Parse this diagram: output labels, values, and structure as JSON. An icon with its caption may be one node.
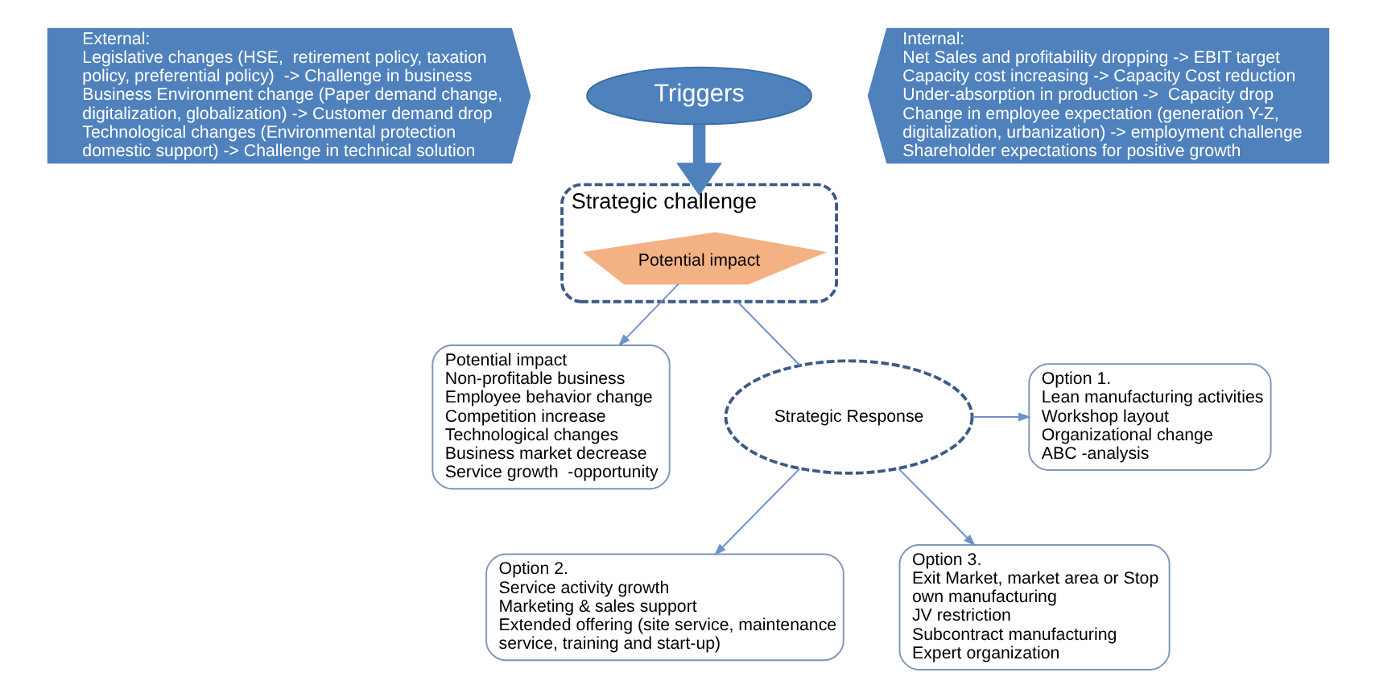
{
  "diagram": {
    "nodes": [
      {
        "text": [
          "External:",
          "Legislative changes (HSE,  retirement policy, taxation policy, preferential policy)  -> Challenge in business",
          "Business Environment change (Paper demand change, digitalization, globalization) -> Customer demand drop",
          "Technological changes (Environmental protection domestic support) -> Challenge in technical solution"
        ]
      },
      {
        "text": [
          "Triggers"
        ]
      },
      {
        "text": [
          "Internal:",
          "Net Sales and profitability dropping -> EBIT target",
          "Capacity cost increasing -> Capacity Cost reduction",
          "Under-absorption in production ->  Capacity drop",
          "Change in employee expectation (generation Y-Z, digitalization, urbanization) -> employment challenge",
          "Shareholder expectations for positive growth"
        ]
      },
      {
        "text": [
          "Strategic challenge"
        ]
      },
      {
        "text": [
          "Potential impact"
        ],
        "in": 3
      },
      {
        "text": [
          "Potential impact",
          "Non-profitable business",
          "Employee behavior change",
          "Competition increase",
          "Technological changes",
          "Business market decrease",
          "Service growth  -opportunity"
        ]
      },
      {
        "text": [
          "Option 1.",
          "Lean manufacturing activities",
          "Workshop layout",
          "Organizational change",
          "ABC -analysis"
        ]
      },
      {
        "text": [
          "Strategic Response"
        ]
      },
      {
        "text": [
          "Option 2.",
          "Service activity growth",
          "Marketing & sales support",
          "Extended offering (site service, maintenance service, training and start-up)"
        ]
      },
      {
        "text": [
          "Option 3.",
          "Exit Market, market area or Stop own manufacturing",
          "JV restriction",
          "Subcontract manufacturing",
          "Expert organization"
        ]
      }
    ],
    "edges": [
      {
        "from": 1,
        "to": 3,
        "arrow": "to",
        "style": "thick"
      },
      {
        "from": 4,
        "to": 5,
        "arrow": "to"
      },
      {
        "from": 3,
        "to": 7,
        "arrow": "none"
      },
      {
        "from": 7,
        "to": 6,
        "arrow": "to"
      },
      {
        "from": 7,
        "to": 8,
        "arrow": "to"
      },
      {
        "from": 7,
        "to": 9,
        "arrow": "to"
      }
    ]
  }
}
